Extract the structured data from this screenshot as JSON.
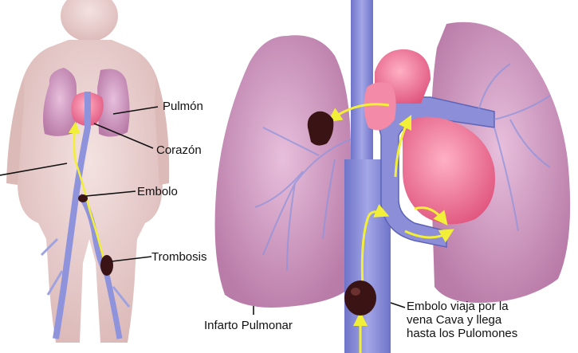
{
  "labels": {
    "pulmon": "Pulmón",
    "corazon": "Corazón",
    "embolo": "Embolo",
    "trombosis": "Trombosis",
    "infarto": "Infarto Pulmonar",
    "embolo_viaja": [
      "Embolo viaja por la",
      "vena Cava y llega",
      "hasta los Pulomones"
    ]
  },
  "colors": {
    "skin": "#e9d0cf",
    "lung": "#d7a0c8",
    "lung_dark": "#b878a6",
    "heart": "#ef7c9c",
    "vessel": "#8c8fd8",
    "vessel_dark": "#5d63b8",
    "clot": "#3a1414",
    "arrow": "#f2ef38"
  }
}
